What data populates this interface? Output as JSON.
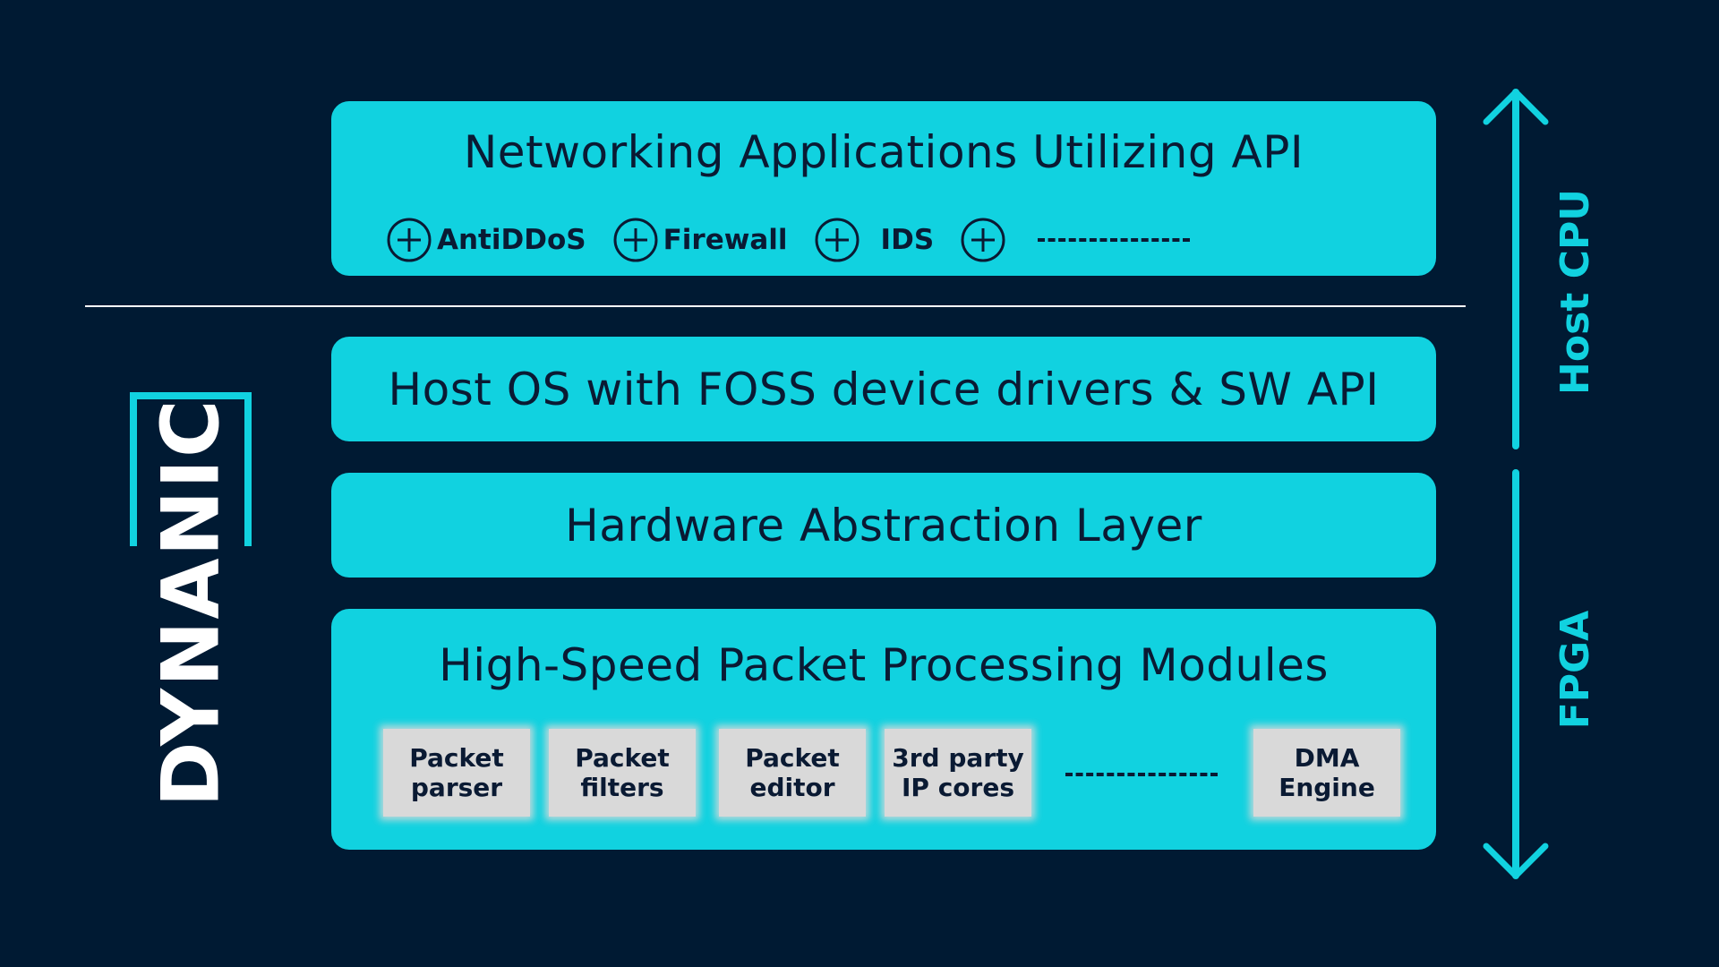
{
  "apps_layer": {
    "title": "Networking Applications Utilizing API",
    "apps": [
      "AntiDDoS",
      "Firewall",
      "IDS"
    ]
  },
  "os_layer": {
    "title": "Host OS with FOSS device drivers & SW API"
  },
  "hal_layer": {
    "title": "Hardware Abstraction Layer"
  },
  "modules_layer": {
    "title": "High-Speed Packet Processing Modules",
    "modules": [
      {
        "line1": "Packet",
        "line2": "parser"
      },
      {
        "line1": "Packet",
        "line2": "filters"
      },
      {
        "line1": "Packet",
        "line2": "editor"
      },
      {
        "line1": "3rd party",
        "line2": "IP cores"
      },
      {
        "line1": "DMA",
        "line2": "Engine"
      }
    ]
  },
  "side_labels": {
    "host": "Host CPU",
    "fpga": "FPGA"
  },
  "logo": {
    "text": "DYNANIC"
  },
  "colors": {
    "background": "#001a33",
    "accent": "#11d2e0",
    "text_dark": "#0a1a33",
    "module_fill": "#d9d9d9"
  }
}
